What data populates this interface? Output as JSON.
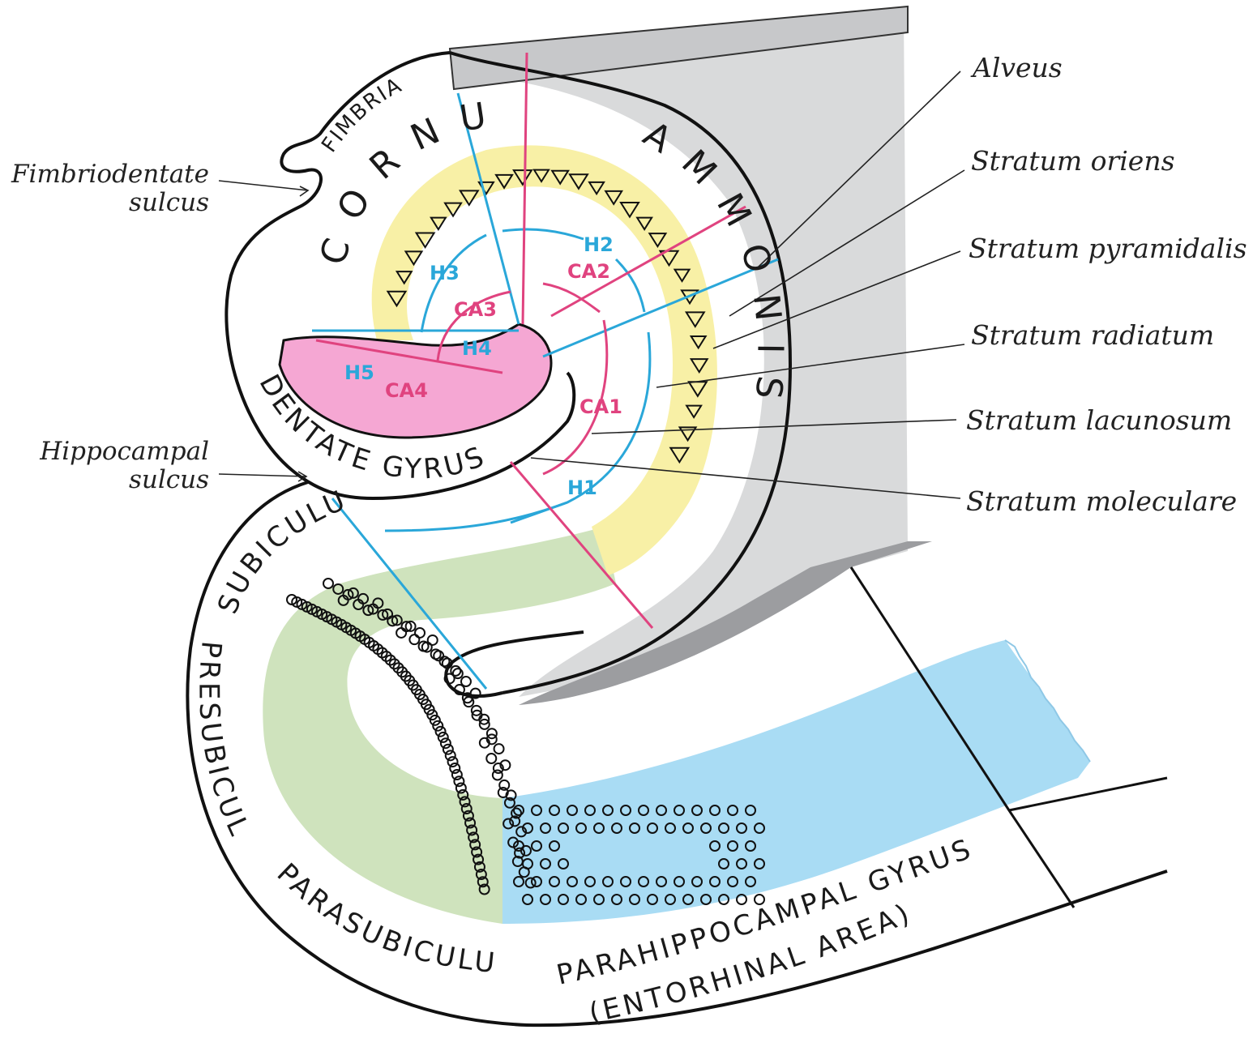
{
  "right_labels": [
    "Alveus",
    "Stratum oriens",
    "Stratum pyramidalis",
    "Stratum radiatum",
    "Stratum lacunosum",
    "Stratum moleculare"
  ],
  "left_labels": {
    "fimbriodentate_1": "Fimbriodentate",
    "fimbriodentate_2": "sulcus",
    "hippocampal_1": "Hippocampal",
    "hippocampal_2": "sulcus"
  },
  "structures": {
    "fimbria": "FIMBRIA",
    "cornu_1": "CORNU",
    "cornu_2": "AMMONIS",
    "dentate": "DENTATE GYRUS",
    "subiculum": "SUBICULUM",
    "presubiculum": "PRESUBICULUM",
    "parasubiculum": "PARASUBICULUM",
    "parahippocampal": "PARAHIPPOCAMPAL GYRUS",
    "entorhinal": "(ENTORHINAL AREA)"
  },
  "fields_blue": [
    "H1",
    "H2",
    "H3",
    "H4",
    "H5"
  ],
  "fields_pink": [
    "CA1",
    "CA2",
    "CA3",
    "CA4"
  ],
  "colors": {
    "yellow_layer": "#f8f0a6",
    "pink_layer": "#f5a7d3",
    "green_layer": "#cfe3bd",
    "blue_layer": "#a9dcf4",
    "gray_wall": "#d9dadb",
    "blue_lines": "#2aa7d9",
    "pink_lines": "#e0437f"
  }
}
